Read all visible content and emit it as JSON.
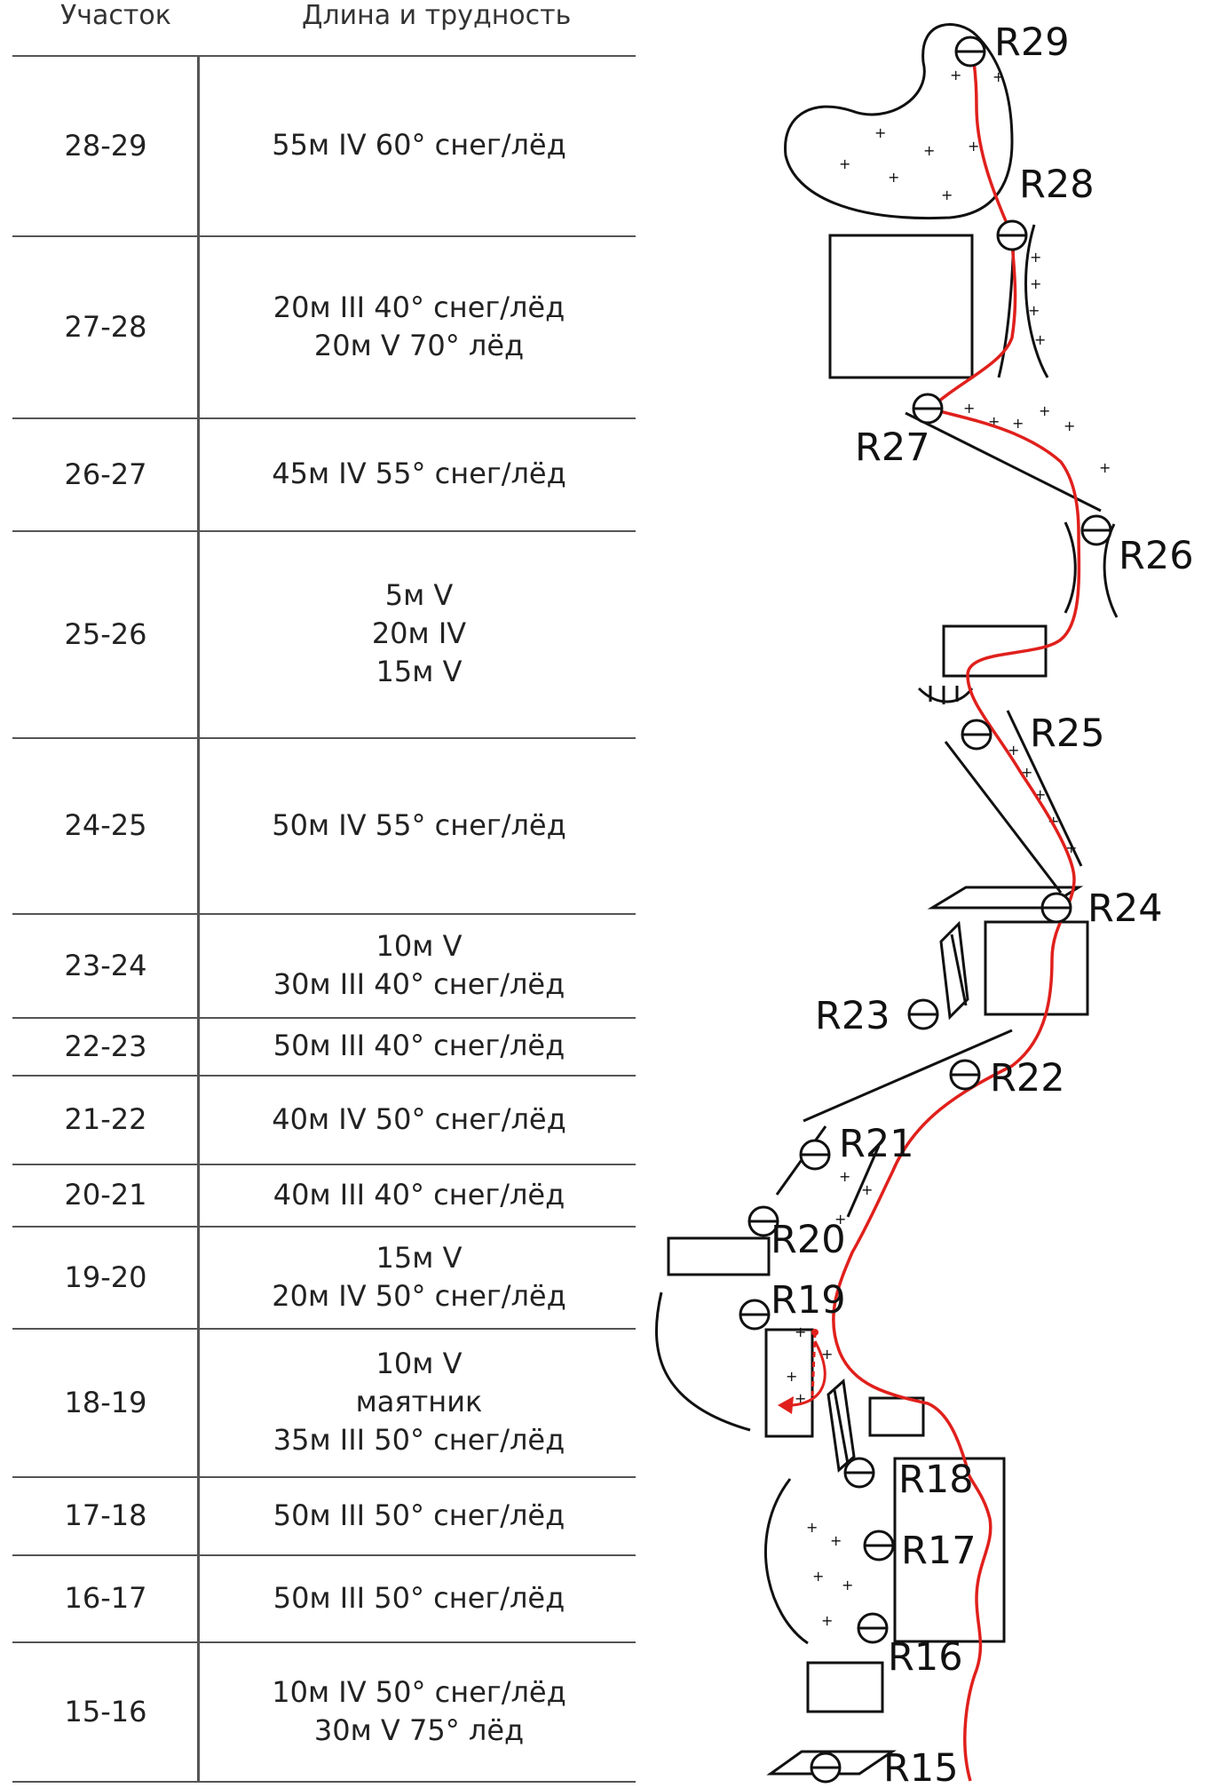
{
  "table": {
    "header": {
      "section": "Участок",
      "length": "Длина и трудность"
    },
    "rows": [
      {
        "section": "28-29",
        "lines": [
          "55м IV 60° снег/лёд"
        ]
      },
      {
        "section": "27-28",
        "lines": [
          "20м III 40° снег/лёд",
          "20м V 70° лёд"
        ]
      },
      {
        "section": "26-27",
        "lines": [
          "45м IV 55° снег/лёд"
        ]
      },
      {
        "section": "25-26",
        "lines": [
          "5м V",
          "20м IV",
          "15м V"
        ]
      },
      {
        "section": "24-25",
        "lines": [
          "50м IV 55° снег/лёд"
        ]
      },
      {
        "section": "23-24",
        "lines": [
          "10м V",
          "30м III 40° снег/лёд"
        ]
      },
      {
        "section": "22-23",
        "lines": [
          "50м III 40° снег/лёд"
        ]
      },
      {
        "section": "21-22",
        "lines": [
          "40м IV 50° снег/лёд"
        ]
      },
      {
        "section": "20-21",
        "lines": [
          "40м III 40° снег/лёд"
        ]
      },
      {
        "section": "19-20",
        "lines": [
          "15м V",
          "20м IV 50° снег/лёд"
        ]
      },
      {
        "section": "18-19",
        "lines": [
          "10м V",
          "маятник",
          "35м III 50° снег/лёд"
        ]
      },
      {
        "section": "17-18",
        "lines": [
          "50м III 50° снег/лёд"
        ]
      },
      {
        "section": "16-17",
        "lines": [
          "50м III 50° снег/лёд"
        ]
      },
      {
        "section": "15-16",
        "lines": [
          "10м IV 50° снег/лёд",
          "30м V 75° лёд"
        ]
      }
    ]
  },
  "diagram": {
    "route_color": "#e0201c",
    "stations": [
      "R29",
      "R28",
      "R27",
      "R26",
      "R25",
      "R24",
      "R23",
      "R22",
      "R21",
      "R20",
      "R19",
      "R18",
      "R17",
      "R16",
      "R15"
    ]
  }
}
